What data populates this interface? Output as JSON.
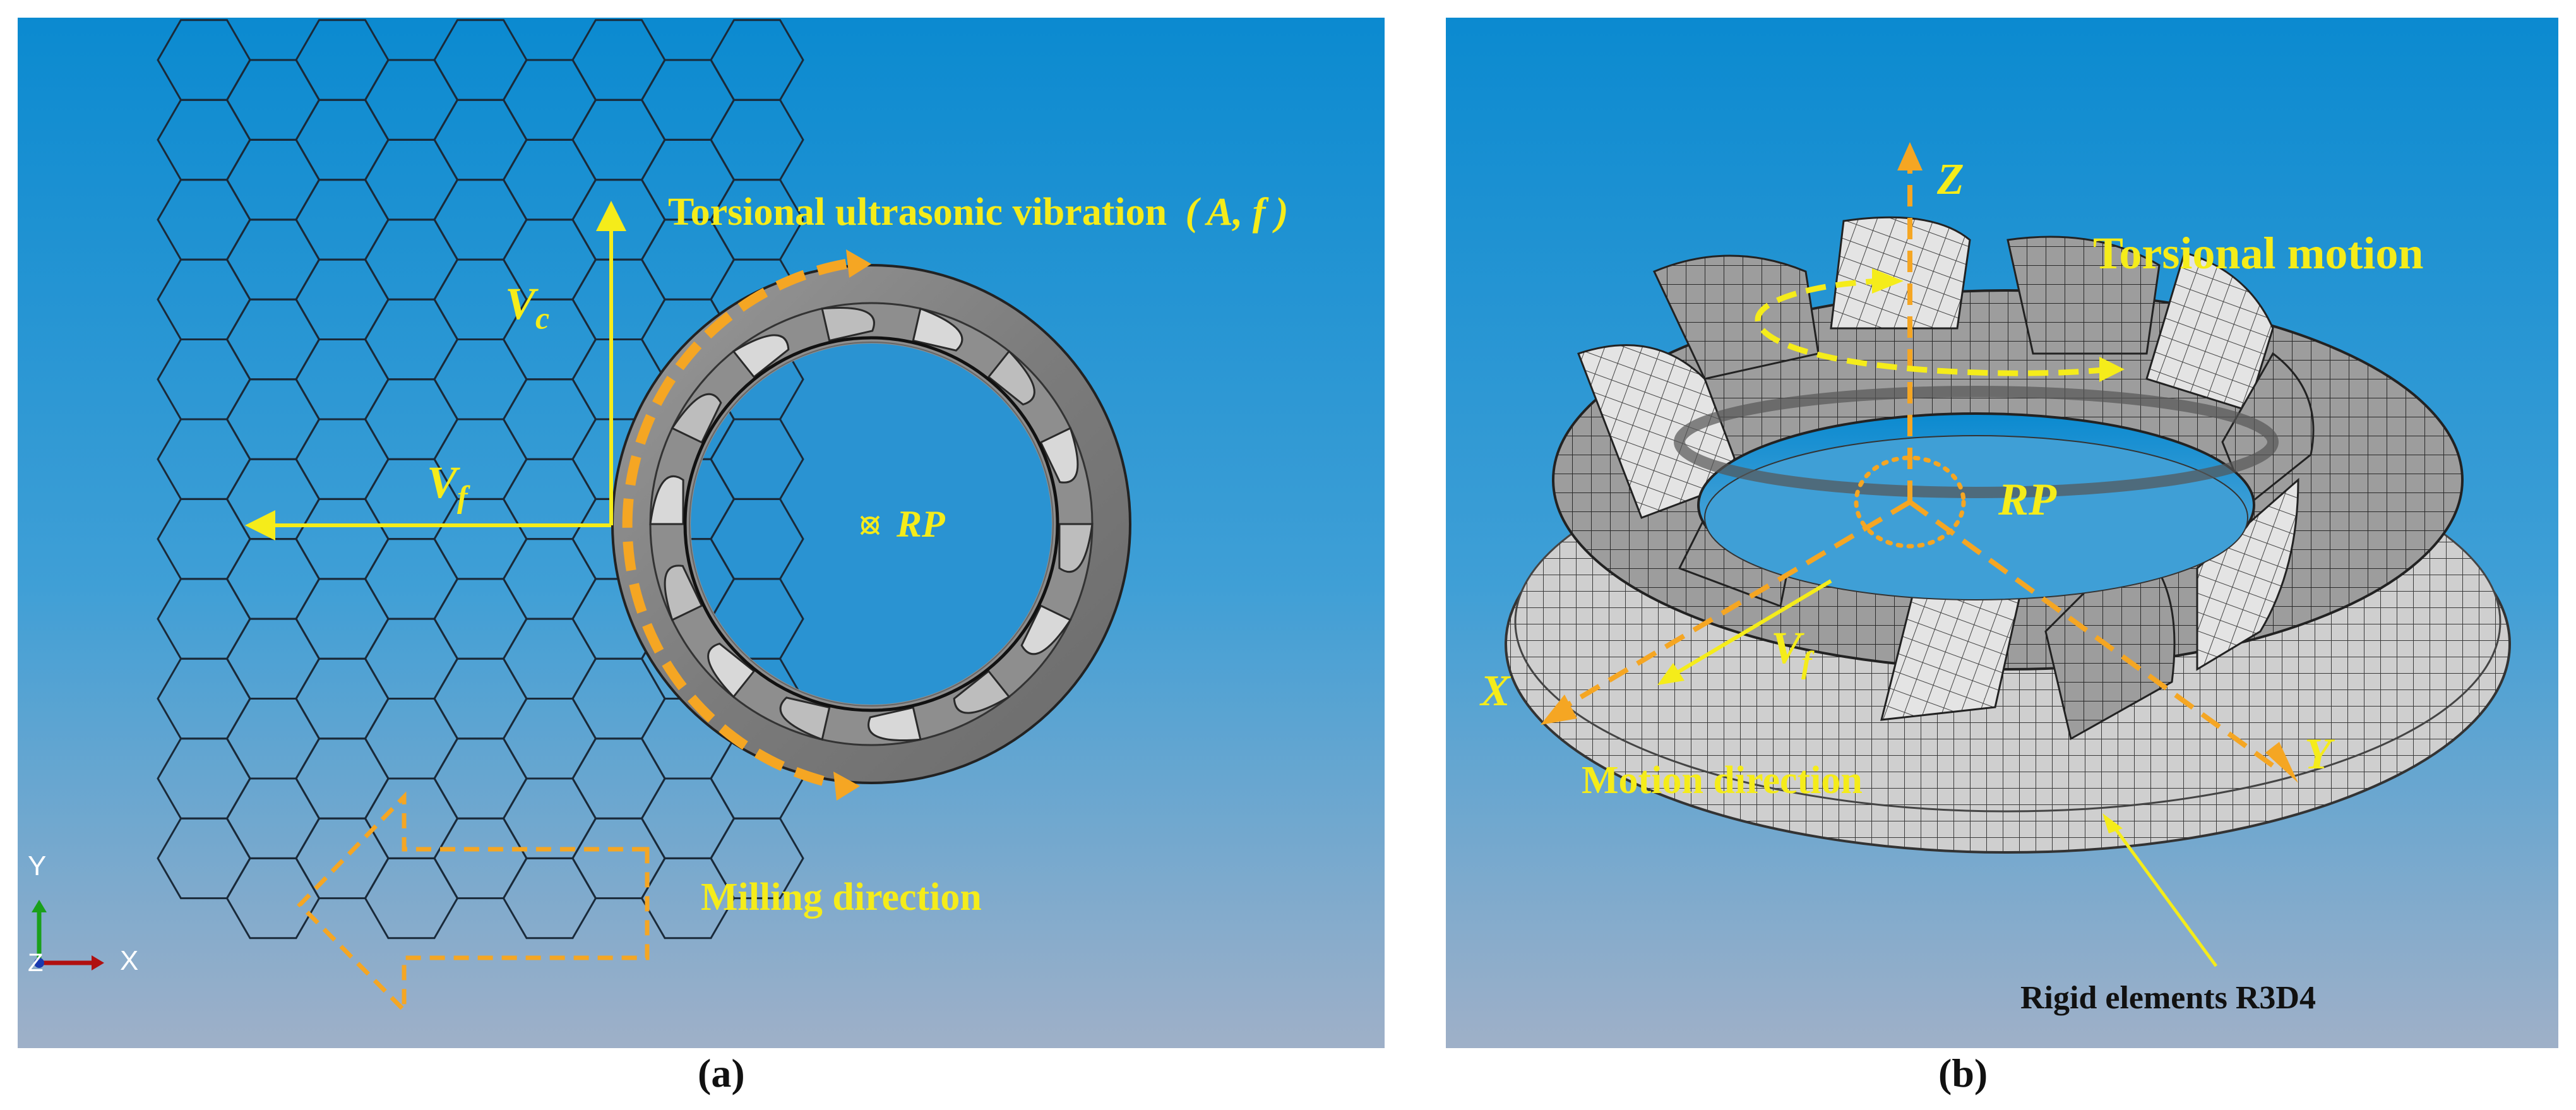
{
  "panel_a": {
    "caption": "(a)",
    "vibration_label": "Torsional ultrasonic vibration",
    "vibration_params": "( A, f )",
    "vc_main": "V",
    "vc_sub": "c",
    "vf_main": "V",
    "vf_sub": "f",
    "rp_label": "RP",
    "milling_label": "Milling direction",
    "triad": {
      "y": "Y",
      "z": "Z",
      "x": "X"
    }
  },
  "panel_b": {
    "caption": "(b)",
    "z_label": "Z",
    "x_label": "X",
    "y_label": "Y",
    "rp_label": "RP",
    "torsion_label": "Torsional motion",
    "vf_main": "V",
    "vf_sub": "f",
    "motion_label": "Motion direction",
    "rigid_label": "Rigid elements R3D4"
  },
  "colors": {
    "bg_top": "#0b8ad0",
    "bg_bottom": "#9fb0c8",
    "label_yellow": "#f5ec1a",
    "arrow_orange": "#f5a623",
    "mesh_line": "#1a2a3a"
  }
}
